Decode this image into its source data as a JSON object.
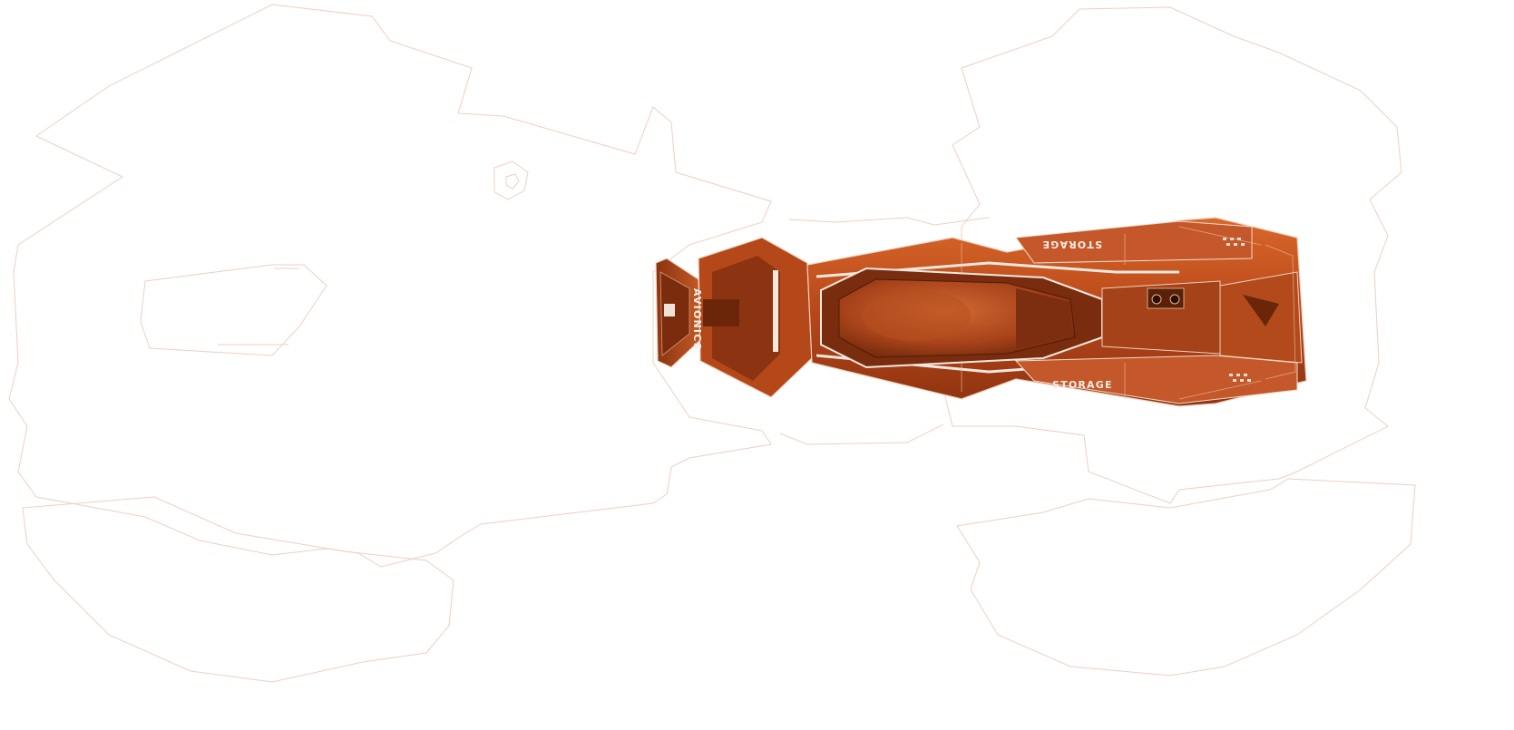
{
  "labels": {
    "storage_top": "STORAGE",
    "storage_bottom": "STORAGE",
    "avionics": "AVIONICS"
  },
  "colors": {
    "background": "#ffffff",
    "outline": "#e9c7b8",
    "panel_base": "#c0501c",
    "panel_dark": "#6e2a0c",
    "panel_light": "#e0793e",
    "trim_white": "#f3e9e0"
  }
}
